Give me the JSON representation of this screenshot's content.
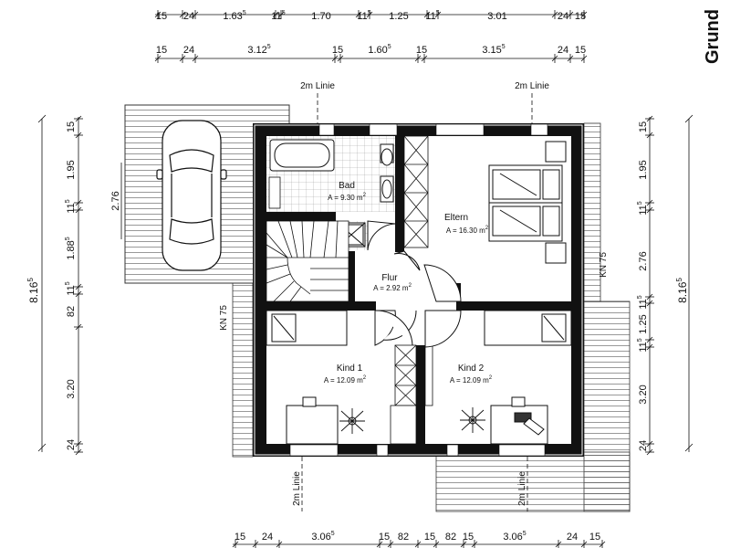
{
  "title": "Grund",
  "dims_top_1": {
    "t1": "15",
    "t2": "24",
    "t3": "1.63",
    "t3s": "5",
    "t4": "11",
    "t4s": "5",
    "t5": "1.70",
    "t6": "11",
    "t6s": "5",
    "t7": "1.25",
    "t8": "11",
    "t8s": "5",
    "t9": "3.01",
    "t10": "24",
    "t11": "15"
  },
  "dims_top_2": {
    "t1": "15",
    "t2": "24",
    "t3": "3.12",
    "t3s": "5",
    "t4": "15",
    "t5": "1.60",
    "t5s": "5",
    "t6": "15",
    "t7": "3.15",
    "t7s": "5",
    "t8": "24",
    "t9": "15"
  },
  "dims_bottom": {
    "t1": "15",
    "t2": "24",
    "t3": "3.06",
    "t3s": "5",
    "t4": "15",
    "t5": "82",
    "t6": "15",
    "t7": "82",
    "t8": "15",
    "t9": "3.06",
    "t9s": "5",
    "t10": "24",
    "t11": "15"
  },
  "dims_left": {
    "total": "8.16",
    "total_s": "5",
    "t1": "15",
    "t2": "1.95",
    "t3": "11",
    "t3s": "5",
    "t4": "1.88",
    "t4s": "5",
    "t5": "11",
    "t5s": "5",
    "t6": "82",
    "t7": "3.20",
    "t8": "24",
    "carport": "2.76"
  },
  "dims_right": {
    "total": "8.16",
    "total_s": "5",
    "t1": "15",
    "t2": "1.95",
    "t3": "11",
    "t3s": "5",
    "t4": "2.76",
    "t5": "11",
    "t5s": "5",
    "t6": "1.25",
    "t7": "11",
    "t7s": "5",
    "t8": "3.20",
    "t9": "24"
  },
  "line_labels": {
    "top_left": "2m Linie",
    "top_right": "2m Linie",
    "bottom_left": "2m Linie",
    "bottom_right": "2m Linie",
    "kn_left": "KN 75",
    "kn_right": "KN 75"
  },
  "rooms": {
    "bad": {
      "name": "Bad",
      "area": "A = 9.30 m",
      "unit_sup": "2"
    },
    "eltern": {
      "name": "Eltern",
      "area": "A = 16.30 m",
      "unit_sup": "2"
    },
    "flur": {
      "name": "Flur",
      "area": "A = 2.92 m",
      "unit_sup": "2"
    },
    "kind1": {
      "name": "Kind 1",
      "area": "A = 12.09 m",
      "unit_sup": "2"
    },
    "kind2": {
      "name": "Kind 2",
      "area": "A = 12.09 m",
      "unit_sup": "2"
    }
  }
}
